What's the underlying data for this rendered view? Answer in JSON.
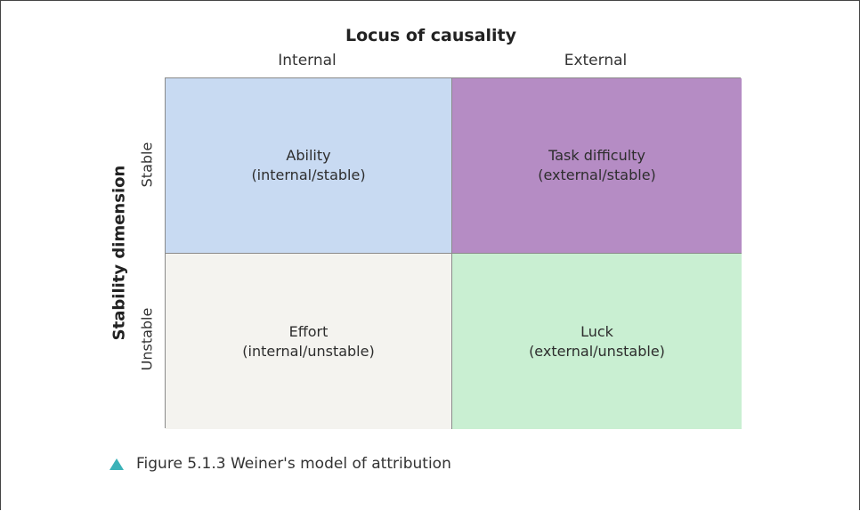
{
  "title": "Locus of causality",
  "columns": [
    "Internal",
    "External"
  ],
  "row_axis_title": "Stability dimension",
  "rows": [
    "Stable",
    "Unstable"
  ],
  "cells": [
    {
      "name": "Ability",
      "sub": "(internal/stable)",
      "color": "#c8daf2"
    },
    {
      "name": "Task difficulty",
      "sub": "(external/stable)",
      "color": "#b58cc4"
    },
    {
      "name": "Effort",
      "sub": "(internal/unstable)",
      "color": "#f4f3ef"
    },
    {
      "name": "Luck",
      "sub": "(external/unstable)",
      "color": "#c9efd2"
    }
  ],
  "caption": "Figure 5.1.3 Weiner's model of attribution",
  "caption_marker_color": "#3bb2b8"
}
